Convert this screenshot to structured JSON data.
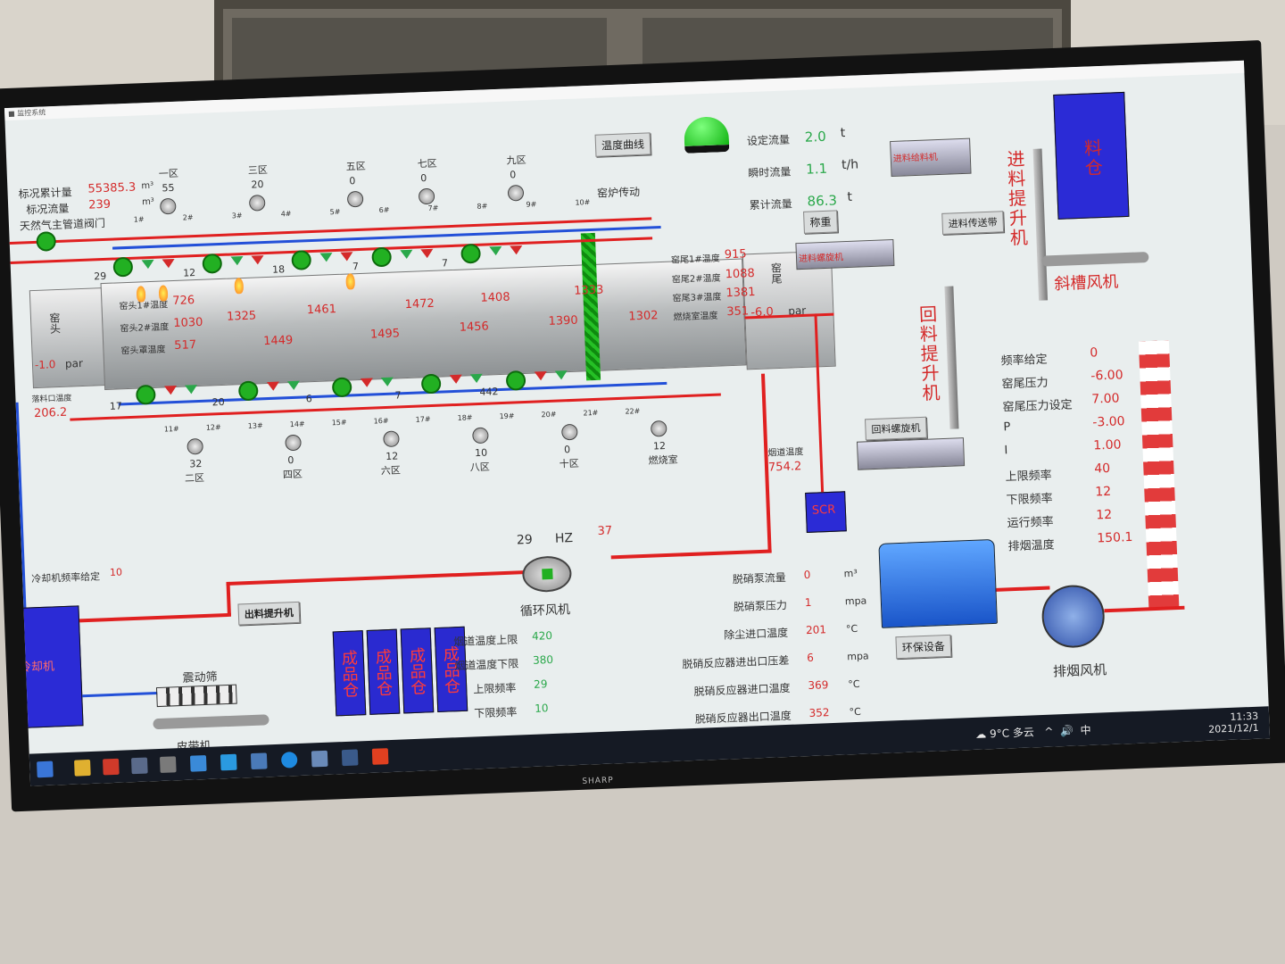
{
  "kiln": {
    "std_total_label": "标况累计量",
    "std_total_val": "55385.3",
    "std_total_unit": "m³",
    "std_flow_label": "标况流量",
    "std_flow_val": "239",
    "std_flow_unit": "m³",
    "gas_valve_label": "天然气主管道阀门",
    "zones_top": [
      {
        "name": "一区",
        "val": "55"
      },
      {
        "name": "三区",
        "val": "20"
      },
      {
        "name": "五区",
        "val": "0"
      },
      {
        "name": "七区",
        "val": "0"
      },
      {
        "name": "九区",
        "val": "0"
      }
    ],
    "zones_bottom": [
      {
        "name": "二区",
        "val": "32"
      },
      {
        "name": "四区",
        "val": "0"
      },
      {
        "name": "六区",
        "val": "12"
      },
      {
        "name": "八区",
        "val": "10"
      },
      {
        "name": "十区",
        "val": "0"
      },
      {
        "name": "燃烧室",
        "val": "12"
      }
    ],
    "fan_top_vals": [
      "29",
      "12",
      "18",
      "7",
      "7"
    ],
    "fan_bottom_vals": [
      "17",
      "20",
      "6",
      "7",
      "442"
    ],
    "valves_top": [
      "1#",
      "2#",
      "3#",
      "4#",
      "5#",
      "6#",
      "7#",
      "8#",
      "9#",
      "10#"
    ],
    "valves_bottom": [
      "11#",
      "12#",
      "13#",
      "14#",
      "15#",
      "16#",
      "17#",
      "18#",
      "19#",
      "20#",
      "21#",
      "22#"
    ],
    "head_label": "窑头",
    "head_pressure": "-1.0",
    "head_pressure_unit": "par",
    "head1_label": "窑头1#温度",
    "head1_val": "726",
    "head2_label": "窑头2#温度",
    "head2_val": "1030",
    "cover_label": "窑头罩温度",
    "cover_val": "517",
    "discharge_label": "落料口温度",
    "discharge_val": "206.2",
    "temps_row1": [
      "1325",
      "1461",
      "1472",
      "1408",
      "1333"
    ],
    "temps_row2": [
      "1449",
      "1495",
      "1456",
      "1390",
      "1302"
    ],
    "tail_label": "窑尾",
    "tail_pressure": "-6.0",
    "tail_pressure_unit": "par",
    "tail1_label": "窑尾1#温度",
    "tail1_val": "915",
    "tail2_label": "窑尾2#温度",
    "tail2_val": "1088",
    "tail3_label": "窑尾3#温度",
    "tail3_val": "1381",
    "burn_label": "燃烧室温度",
    "burn_val": "351",
    "drive_label": "窑炉传动"
  },
  "top_controls": {
    "curve_button": "温度曲线",
    "set_flow_label": "设定流量",
    "set_flow_val": "2.0",
    "set_flow_unit": "t",
    "inst_flow_label": "瞬时流量",
    "inst_flow_val": "1.1",
    "inst_flow_unit": "t/h",
    "total_flow_label": "累计流量",
    "total_flow_val": "86.3",
    "total_flow_unit": "t"
  },
  "feed": {
    "feeder_label": "进料给料机",
    "scale_label": "称重",
    "screw_label": "进料螺旋机",
    "belt_label": "进料传送带",
    "elevator_label": "进料提升机",
    "silo_label": "料仓",
    "chute_fan_label": "斜槽风机"
  },
  "return": {
    "elevator_label": "回料提升机",
    "screw_label": "回料螺旋机",
    "flue_temp_label": "烟道温度",
    "flue_temp_val": "754.2",
    "scr_label": "SCR"
  },
  "right_params": [
    {
      "label": "频率给定",
      "val": "0"
    },
    {
      "label": "窑尾压力",
      "val": "-6.00"
    },
    {
      "label": "窑尾压力设定",
      "val": "7.00"
    },
    {
      "label": "P",
      "val": "-3.00"
    },
    {
      "label": "I",
      "val": "1.00"
    },
    {
      "label": "上限频率",
      "val": "40"
    },
    {
      "label": "下限频率",
      "val": "12"
    },
    {
      "label": "运行频率",
      "val": "12"
    },
    {
      "label": "排烟温度",
      "val": "150.1"
    }
  ],
  "exhaust_fan_label": "排烟风机",
  "cooler": {
    "freq_label": "冷却机频率给定",
    "freq_val": "10",
    "cooler_label": "冷却机",
    "elevator_button": "出料提升机",
    "screen_label": "震动筛",
    "belt_label": "皮带机"
  },
  "product_bins": [
    "成品仓",
    "成品仓",
    "成品仓",
    "成品仓"
  ],
  "circ_fan": {
    "label": "循环风机",
    "freq": "29",
    "unit": "HZ",
    "setpoint": "37"
  },
  "circ_params": [
    {
      "label": "烟道温度上限",
      "val": "420"
    },
    {
      "label": "烟道温度下限",
      "val": "380"
    },
    {
      "label": "上限频率",
      "val": "29"
    },
    {
      "label": "下限频率",
      "val": "10"
    }
  ],
  "denox_params": [
    {
      "label": "脱硝泵流量",
      "val": "0",
      "unit": "m³"
    },
    {
      "label": "脱硝泵压力",
      "val": "1",
      "unit": "mpa"
    },
    {
      "label": "除尘进口温度",
      "val": "201",
      "unit": "°C"
    },
    {
      "label": "脱硝反应器进出口压差",
      "val": "6",
      "unit": "mpa"
    },
    {
      "label": "脱硝反应器进口温度",
      "val": "369",
      "unit": "°C"
    },
    {
      "label": "脱硝反应器出口温度",
      "val": "352",
      "unit": "°C"
    }
  ],
  "env_button": "环保设备",
  "taskbar": {
    "weather": "9°C 多云",
    "ime": "中",
    "time": "11:33",
    "date": "2021/12/1"
  },
  "brand": "SHARP",
  "colors": {
    "pipe_red": "#e02020",
    "pipe_blue": "#2350d8",
    "status_green": "#22b022",
    "value_red": "#d42a2a"
  }
}
